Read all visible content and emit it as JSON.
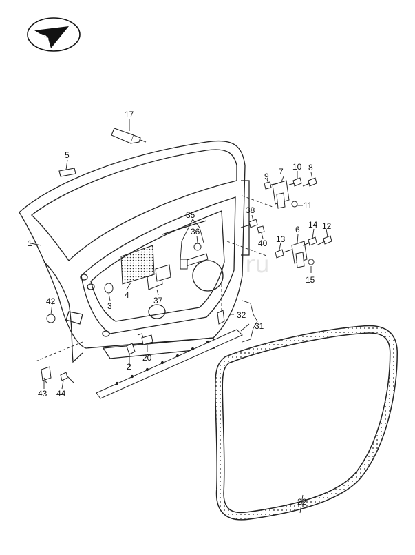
{
  "watermark": "vagtec.ru",
  "logo_icon": "arrow-emblem-icon",
  "callouts": [
    {
      "id": "c1",
      "label": "1"
    },
    {
      "id": "c2",
      "label": "2"
    },
    {
      "id": "c3",
      "label": "3"
    },
    {
      "id": "c4",
      "label": "4"
    },
    {
      "id": "c5",
      "label": "5"
    },
    {
      "id": "c6",
      "label": "6"
    },
    {
      "id": "c7",
      "label": "7"
    },
    {
      "id": "c8",
      "label": "8"
    },
    {
      "id": "c9",
      "label": "9"
    },
    {
      "id": "c10",
      "label": "10"
    },
    {
      "id": "c11",
      "label": "11"
    },
    {
      "id": "c12",
      "label": "12"
    },
    {
      "id": "c13",
      "label": "13"
    },
    {
      "id": "c14",
      "label": "14"
    },
    {
      "id": "c15",
      "label": "15"
    },
    {
      "id": "c17",
      "label": "17"
    },
    {
      "id": "c20",
      "label": "20"
    },
    {
      "id": "c22",
      "label": "22"
    },
    {
      "id": "c31",
      "label": "31"
    },
    {
      "id": "c32",
      "label": "32"
    },
    {
      "id": "c35",
      "label": "35"
    },
    {
      "id": "c36",
      "label": "36"
    },
    {
      "id": "c37",
      "label": "37"
    },
    {
      "id": "c38",
      "label": "38"
    },
    {
      "id": "c40",
      "label": "40"
    },
    {
      "id": "c42",
      "label": "42"
    },
    {
      "id": "c43",
      "label": "43"
    },
    {
      "id": "c44",
      "label": "44"
    }
  ]
}
